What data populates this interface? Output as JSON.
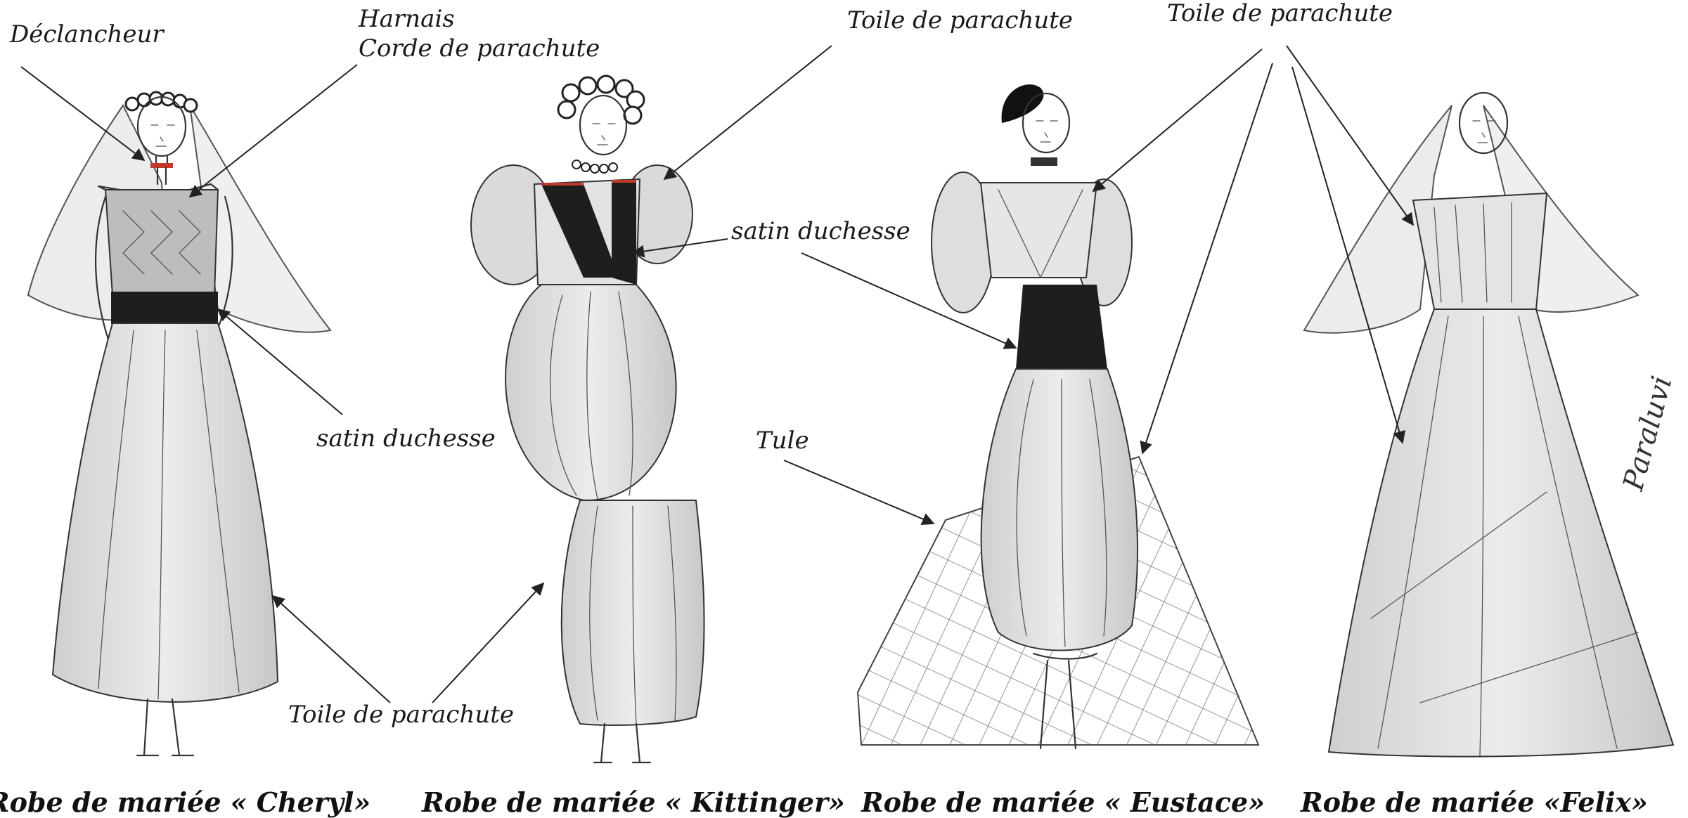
{
  "labels": {
    "declencheur": "Déclancheur",
    "harnais": "Harnais",
    "corde": "Corde de parachute",
    "satin_cheryl": "satin duchesse",
    "toile_bottom": "Toile de parachute",
    "toile_kittinger": "Toile de parachute",
    "satin_kittinger": "satin duchesse",
    "tule": "Tule",
    "toile_top_right": "Toile de parachute"
  },
  "captions": {
    "cheryl": "Robe de mariée « Cheryl»",
    "kittinger": "Robe de mariée « Kittinger»",
    "eustace": "Robe de mariée « Eustace»",
    "felix": "Robe de mariée «Felix»"
  },
  "signature": "Paraluvi",
  "colors": {
    "ink": "#222222",
    "fabric_fill": "#dcdcdc",
    "satin": "#1e1e1e",
    "accent_red": "#c0392b"
  }
}
